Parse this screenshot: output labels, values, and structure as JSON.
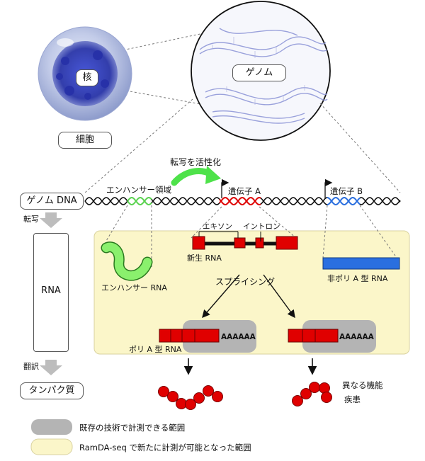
{
  "cell": {
    "nucleus_label": "核",
    "cell_label": "細胞"
  },
  "genome": {
    "label": "ゲノム"
  },
  "left_flow": {
    "genome_dna": "ゲノム DNA",
    "transcription": "転写",
    "rna": "RNA",
    "translation": "翻訳",
    "protein": "タンパク質"
  },
  "dna_track": {
    "activation_label": "転写を活性化",
    "enhancer_region": "エンハンサー領域",
    "gene_a": "遺伝子 A",
    "gene_b": "遺伝子 B"
  },
  "rna_panel": {
    "exon": "エキソン",
    "intron": "イントロン",
    "nascent_rna": "新生 RNA",
    "enhancer_rna": "エンハンサー RNA",
    "non_polya_rna": "非ポリ A 型 RNA",
    "splicing": "スプライシング",
    "polya_rna": "ポリ A 型 RNA",
    "polya_tail_1": "AAAAAA",
    "polya_tail_2": "AAAAAA"
  },
  "protein_notes": {
    "line1": "異なる機能",
    "line2": "疾患"
  },
  "legend": {
    "existing": "既存の技術で計測できる範囲",
    "ramda": "RamDA-seq で新たに計測が可能となった範囲"
  },
  "colors": {
    "yellow_panel": "#fbf6c9",
    "gray_region": "#b4b4b4",
    "exon_red": "#e00000",
    "enhancer_green": "#63e85a",
    "gene_b_blue": "#2a6fe0",
    "dna_black": "#111111"
  }
}
